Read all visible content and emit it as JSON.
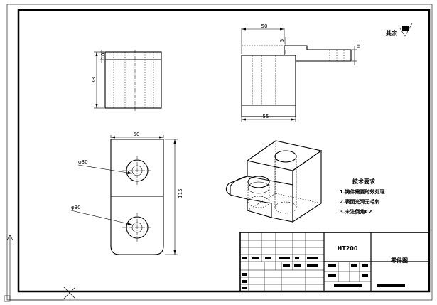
{
  "front_view": {
    "dim_height_total": "33",
    "dim_top_thickness": "10"
  },
  "side_view": {
    "dim_top_width": "50",
    "dim_slot": "5",
    "dim_tab_height": "10",
    "dim_bottom_width": "55"
  },
  "top_view": {
    "dim_width": "50",
    "dim_length": "115",
    "hole_upper_label": "φ30",
    "hole_lower_label": "φ30"
  },
  "roughness": {
    "label": "其余"
  },
  "notes": {
    "title": "技术要求",
    "items": [
      "1.铸件需要时效处理",
      "2.表面光滑无毛刺",
      "3.未注倒角C2"
    ]
  },
  "title_block": {
    "material": "HT200",
    "drawing_name": "零件图"
  },
  "colors": {
    "line": "#000000",
    "background": "#ffffff"
  }
}
